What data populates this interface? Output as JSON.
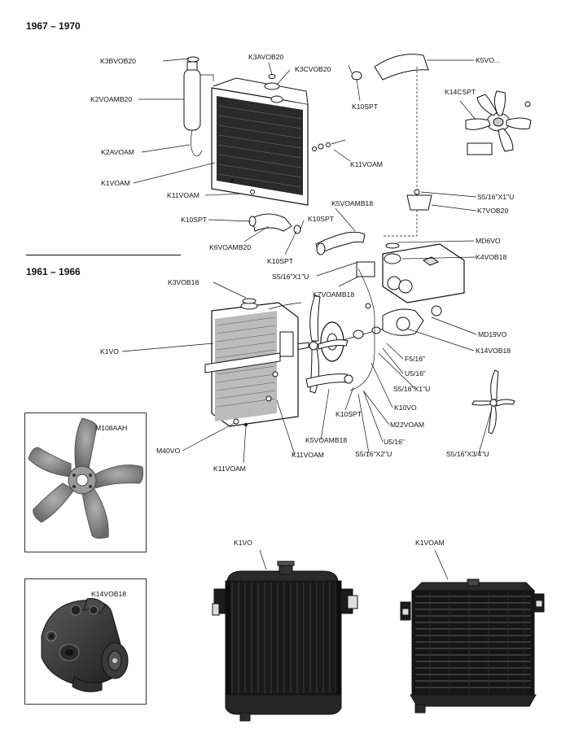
{
  "sections": {
    "top_title": "1967 – 1970",
    "bottom_title": "1961 – 1966"
  },
  "part_labels": {
    "k3bvob20": "K3BVOB20",
    "k2voamb20": "K2VOAMB20",
    "k2avoam": "K2AVOAM",
    "k1voam": "K1VOAM",
    "k11voam_a": "K11VOAM",
    "k10spt_a": "K10SPT",
    "k6voamb20": "K6VOAMB20",
    "k10spt_b": "K10SPT",
    "k3avob20": "K3AVOB20",
    "k3cvob20": "K3CVOB20",
    "k10spt_top": "K10SPT",
    "k11voam_b": "K11VOAM",
    "k5vo": "K5VO...",
    "k14cspt": "K14CSPT",
    "s5_16x1u_a": "S5/16\"X1\"U",
    "k7vob20": "K7VOB20",
    "k5voamb18_a": "K5VOAMB18",
    "k10spt_c": "K10SPT",
    "md6vo": "MD6VO",
    "k4vob18": "K4VOB18",
    "s5_16x1u_b": "S5/16\"X1\"U",
    "k7voamb18": "K7VOAMB18",
    "k3vob18": "K3VOB18",
    "k1vo_diag": "K1VO",
    "md19vo": "MD19VO",
    "k14vob18_diag": "K14VOB18",
    "f5_16": "F5/16\"",
    "u5_16_a": "U5/16\"",
    "s5_16x1u_c": "S5/16\"X1\"U",
    "k10vo": "K10VO",
    "k10spt_d": "K10SPT",
    "m22voam": "M22VOAM",
    "k5voamb18_b": "K5VOAMB18",
    "u5_16_b": "U5/16\"",
    "s5_16x2u": "S5/16\"X2\"U",
    "s5_16x3_4u": "S5/16\"X3/4\"U",
    "m40vo": "M40VO",
    "k11voam_c": "K11VOAM",
    "k11voam_d": "K11VOAM"
  },
  "insets": {
    "fan_label": "M108AAH",
    "pump_label": "K14VOB18",
    "photo1_label": "K1VO",
    "photo2_label": "K1VOAM"
  },
  "colors": {
    "ink": "#111111",
    "radiator_dark": "#1c1c1c",
    "fan_grey": "#8a8a8a",
    "pump_dark": "#3a3a3a"
  }
}
